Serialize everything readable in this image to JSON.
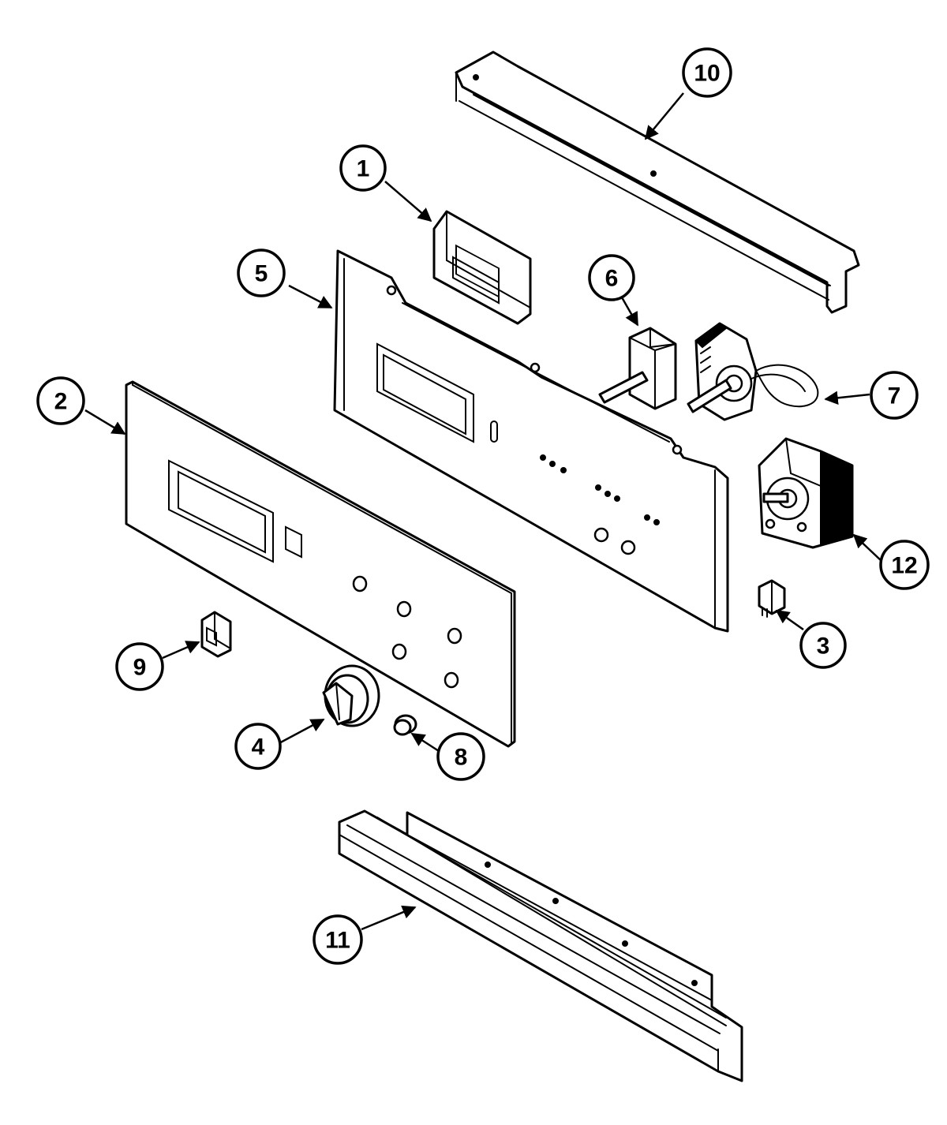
{
  "diagram": {
    "colors": {
      "line": "#000000",
      "background": "#ffffff"
    },
    "callouts": [
      {
        "id": "c1",
        "label": "1"
      },
      {
        "id": "c2",
        "label": "2"
      },
      {
        "id": "c3",
        "label": "3"
      },
      {
        "id": "c4",
        "label": "4"
      },
      {
        "id": "c5",
        "label": "5"
      },
      {
        "id": "c6",
        "label": "6"
      },
      {
        "id": "c7",
        "label": "7"
      },
      {
        "id": "c8",
        "label": "8"
      },
      {
        "id": "c9",
        "label": "9"
      },
      {
        "id": "c10",
        "label": "10"
      },
      {
        "id": "c11",
        "label": "11"
      },
      {
        "id": "c12",
        "label": "12"
      }
    ]
  }
}
